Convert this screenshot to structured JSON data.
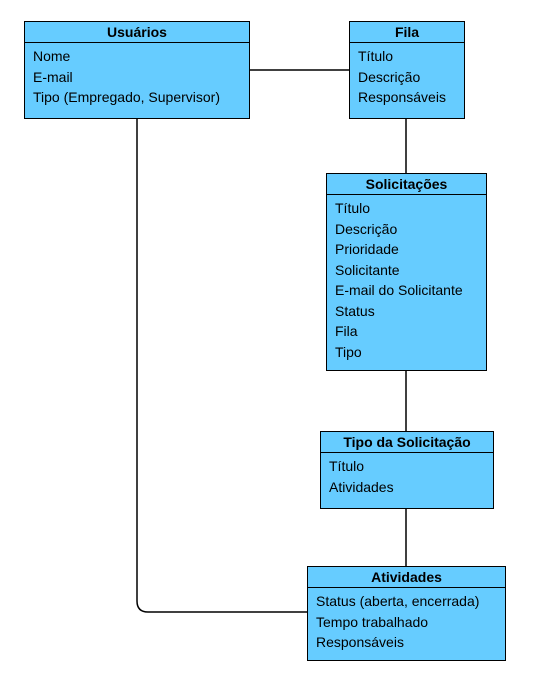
{
  "colors": {
    "entity_fill": "#66ccff",
    "stroke": "#000000",
    "background": "#ffffff"
  },
  "entities": [
    {
      "id": "usuarios",
      "title": "Usuários",
      "attributes": [
        "Nome",
        "E-mail",
        "Tipo (Empregado, Supervisor)"
      ]
    },
    {
      "id": "fila",
      "title": "Fila",
      "attributes": [
        "Título",
        "Descrição",
        "Responsáveis"
      ]
    },
    {
      "id": "solicitacoes",
      "title": "Solicitações",
      "attributes": [
        "Título",
        "Descrição",
        "Prioridade",
        "Solicitante",
        "E-mail do Solicitante",
        "Status",
        "Fila",
        "Tipo"
      ]
    },
    {
      "id": "tipo_solicitacao",
      "title": "Tipo da Solicitação",
      "attributes": [
        "Título",
        "Atividades"
      ]
    },
    {
      "id": "atividades",
      "title": "Atividades",
      "attributes": [
        "Status (aberta, encerrada)",
        "Tempo trabalhado",
        "Responsáveis"
      ]
    }
  ],
  "relations": [
    {
      "from": "usuarios",
      "to": "fila"
    },
    {
      "from": "fila",
      "to": "solicitacoes"
    },
    {
      "from": "solicitacoes",
      "to": "tipo_solicitacao"
    },
    {
      "from": "tipo_solicitacao",
      "to": "atividades"
    },
    {
      "from": "usuarios",
      "to": "atividades"
    }
  ]
}
